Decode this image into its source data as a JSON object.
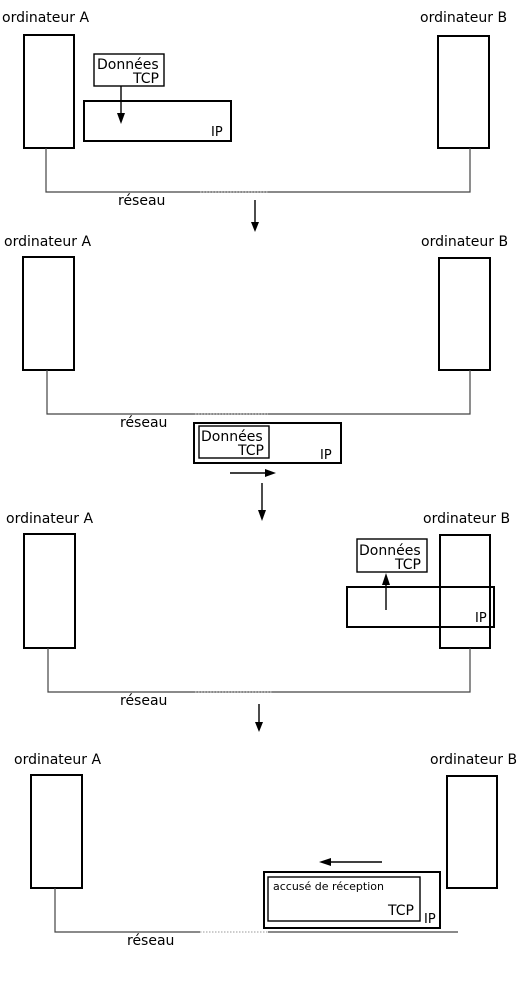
{
  "computer_a_label": "ordinateur A",
  "computer_b_label": "ordinateur B",
  "network_label": "réseau",
  "data_label": "Données",
  "tcp_label": "TCP",
  "ip_label": "IP",
  "ack_label": "accusé de réception"
}
